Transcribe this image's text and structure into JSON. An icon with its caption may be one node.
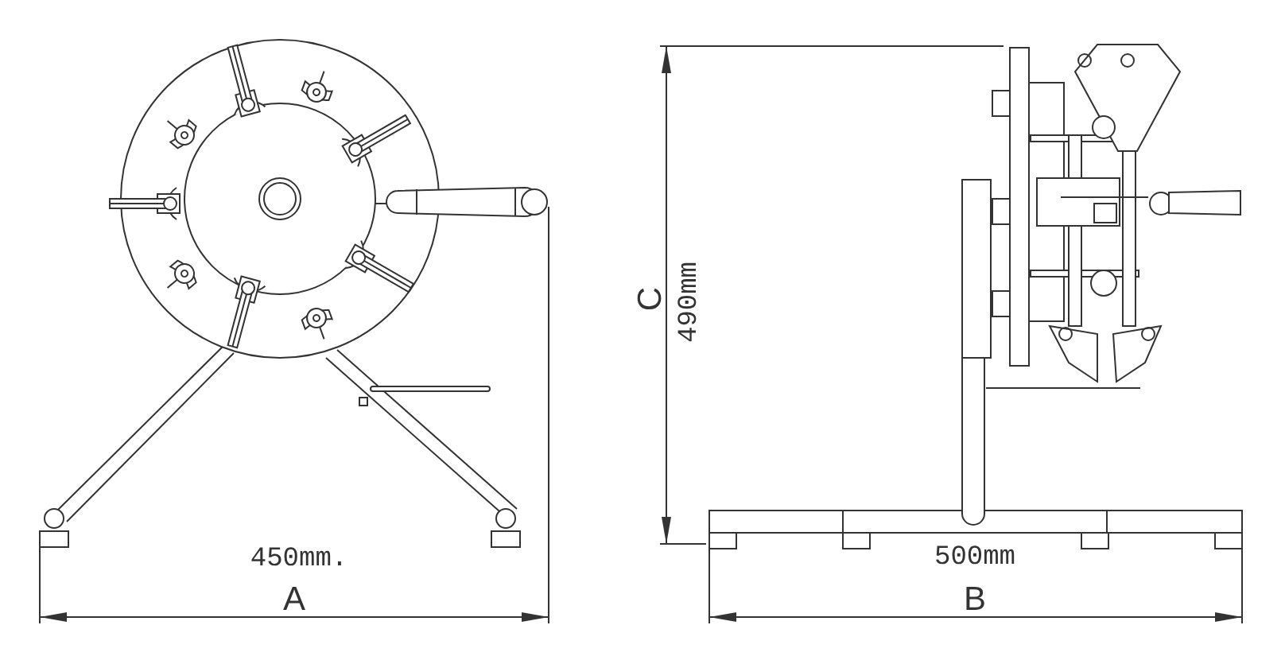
{
  "diagram": {
    "labels": [
      "450mm.",
      "A",
      "C",
      "490mm",
      "500mm",
      "B"
    ]
  }
}
